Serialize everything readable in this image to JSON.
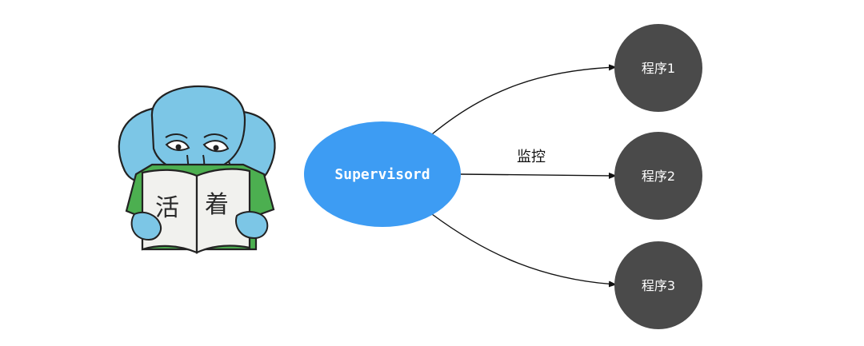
{
  "diagram": {
    "center": {
      "label": "Supervisord",
      "color": "#3d9cf3"
    },
    "edge_label": "监控",
    "programs": [
      {
        "label": "程序1"
      },
      {
        "label": "程序2"
      },
      {
        "label": "程序3"
      }
    ],
    "program_color": "#4a4a4a"
  },
  "illustration": {
    "subject": "elephant-reading-book",
    "book_text_left": "活",
    "book_text_right": "着",
    "colors": {
      "skin": "#7cc6e6",
      "shirt": "#4caf50",
      "book": "#f1f1ee"
    }
  }
}
